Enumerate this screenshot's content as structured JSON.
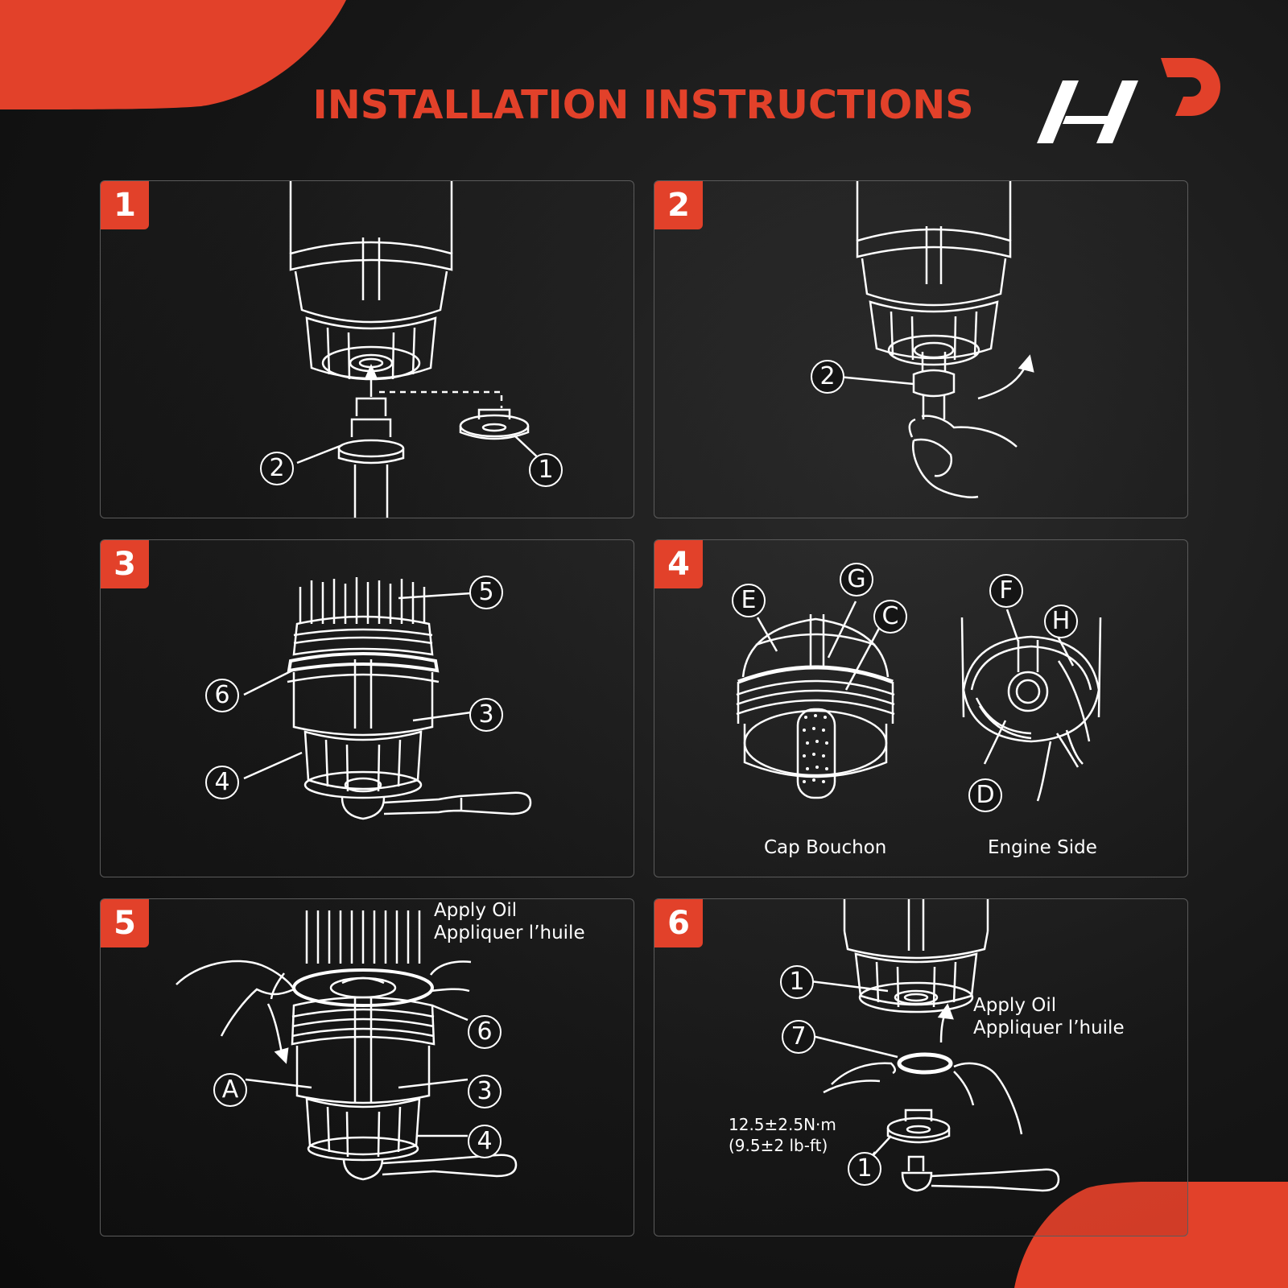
{
  "header": {
    "title": "INSTALLATION INSTRUCTIONS",
    "brand_color": "#e2412a",
    "logo_icon": "a-premium-logo-icon"
  },
  "steps": [
    {
      "number": "1",
      "callouts": [
        "2",
        "1"
      ]
    },
    {
      "number": "2",
      "callouts": [
        "2"
      ]
    },
    {
      "number": "3",
      "callouts": [
        "5",
        "6",
        "3",
        "4"
      ]
    },
    {
      "number": "4",
      "callouts": [
        "E",
        "G",
        "C",
        "F",
        "H",
        "D"
      ],
      "captions": {
        "cap": "Cap Bouchon",
        "engine": "Engine Side"
      }
    },
    {
      "number": "5",
      "callouts": [
        "6",
        "A",
        "3",
        "4"
      ],
      "captions": {
        "oil_en": "Apply Oil",
        "oil_fr": "Appliquer l’huile"
      }
    },
    {
      "number": "6",
      "callouts": [
        "1",
        "7",
        "1"
      ],
      "captions": {
        "oil_en": "Apply Oil",
        "oil_fr": "Appliquer l’huile",
        "torque_nm": "12.5±2.5N·m",
        "torque_lbft": "(9.5±2 lb-ft)"
      }
    }
  ]
}
